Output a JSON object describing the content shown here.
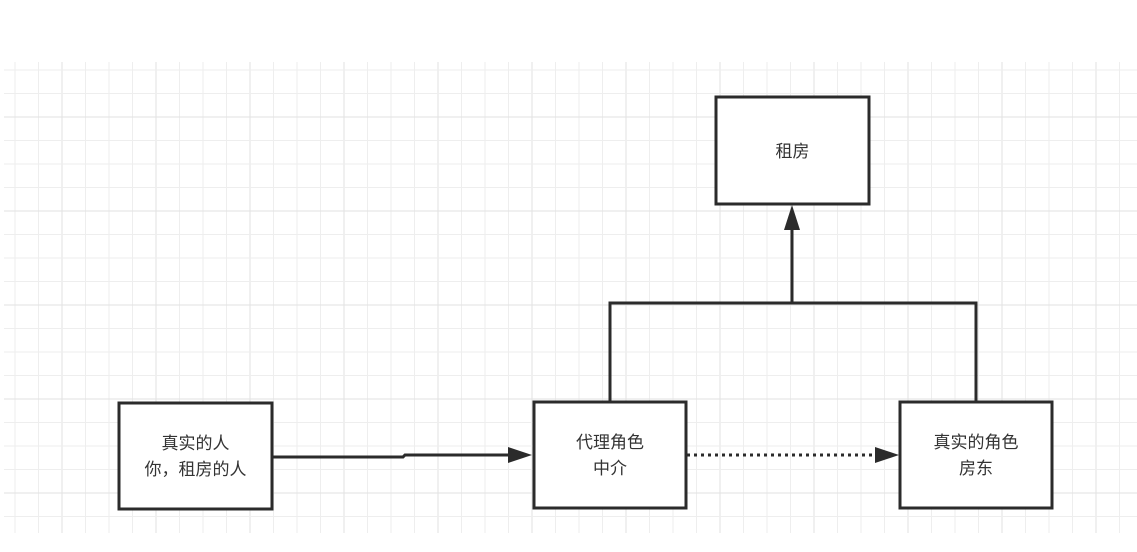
{
  "diagram": {
    "type": "proxy-pattern-flow",
    "colors": {
      "background": "#ffffff",
      "grid_minor": "#eeeeee",
      "grid_major": "#e2e2e2",
      "stroke": "#2b2b2b",
      "text": "#333333"
    },
    "nodes": [
      {
        "id": "rent",
        "lines": [
          "租房"
        ]
      },
      {
        "id": "client",
        "lines": [
          "真实的人",
          "你，租房的人"
        ]
      },
      {
        "id": "proxy",
        "lines": [
          "代理角色",
          "中介"
        ]
      },
      {
        "id": "real-subject",
        "lines": [
          "真实的角色",
          "房东"
        ]
      }
    ],
    "edges": [
      {
        "from": "client",
        "to": "proxy",
        "style": "solid",
        "arrow": "end"
      },
      {
        "from": "proxy",
        "to": "real-subject",
        "style": "dotted",
        "arrow": "end"
      },
      {
        "from": "proxy",
        "to": "rent",
        "style": "solid",
        "arrow": "end",
        "merge_with": "real-subject"
      }
    ]
  }
}
